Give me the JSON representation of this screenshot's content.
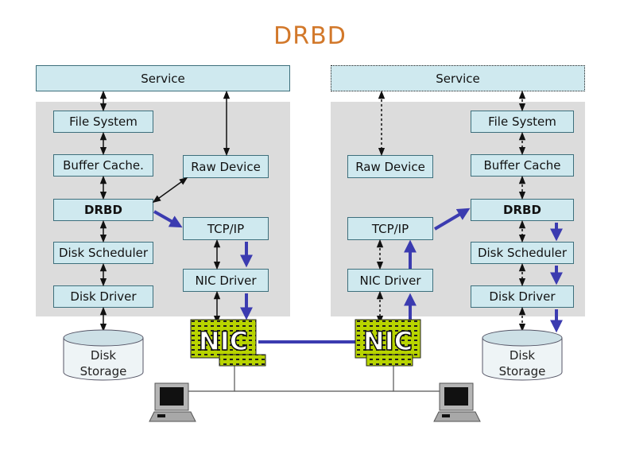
{
  "title": "DRBD",
  "left_node": {
    "service": "Service",
    "file_system": "File System",
    "buffer_cache": "Buffer Cache.",
    "raw_device": "Raw Device",
    "drbd": "DRBD",
    "tcp_ip": "TCP/IP",
    "disk_scheduler": "Disk Scheduler",
    "nic_driver": "NIC Driver",
    "disk_driver": "Disk Driver",
    "nic": "NIC",
    "disk_line1": "Disk",
    "disk_line2": "Storage"
  },
  "right_node": {
    "service": "Service",
    "raw_device": "Raw Device",
    "file_system": "File System",
    "buffer_cache": "Buffer Cache",
    "drbd": "DRBD",
    "tcp_ip": "TCP/IP",
    "disk_scheduler": "Disk Scheduler",
    "nic_driver": "NIC Driver",
    "disk_driver": "Disk Driver",
    "nic": "NIC",
    "disk_line1": "Disk",
    "disk_line2": "Storage"
  },
  "colors": {
    "title": "#d2782a",
    "box_fill": "#cfe9ef",
    "panel": "#dcdcdc",
    "replication_arrow": "#3b3bb0",
    "nic_card": "#b8d400"
  }
}
